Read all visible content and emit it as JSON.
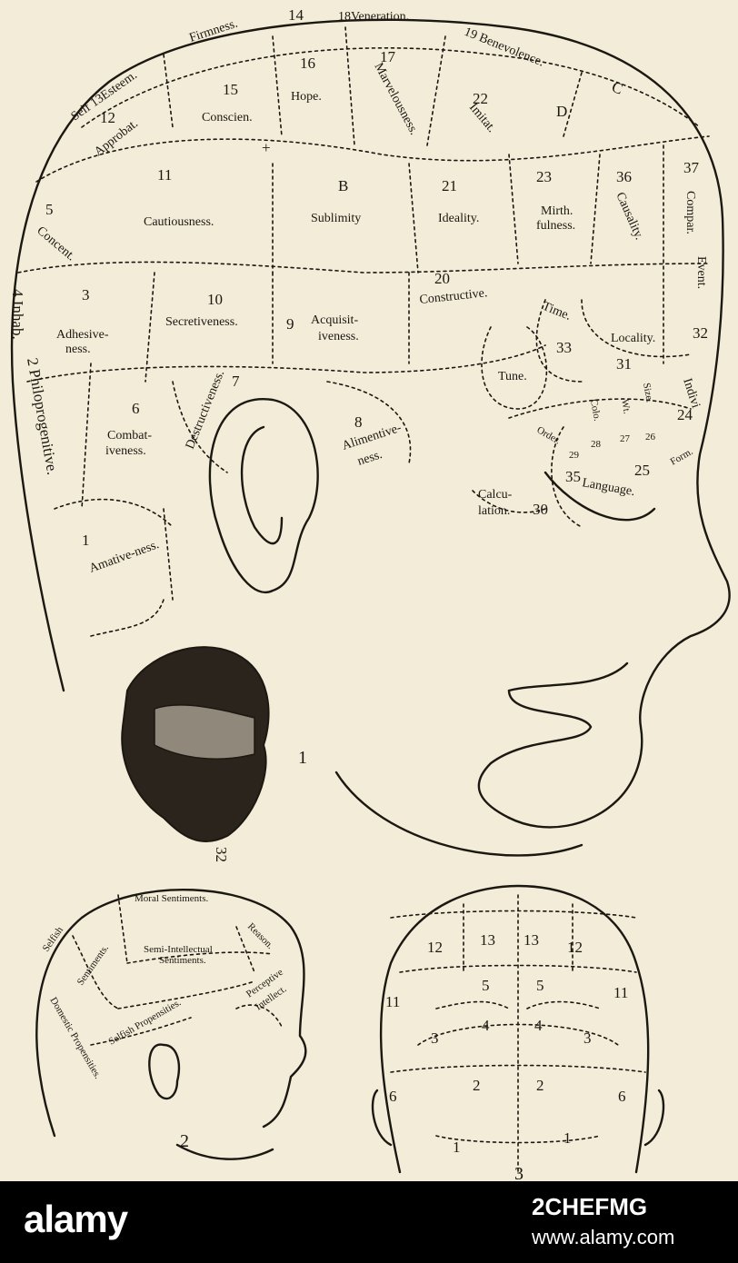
{
  "figure_main": {
    "faculties": {
      "f1": "1",
      "f1_label": "Amative-ness.",
      "f2": "2 Philoprogenitive.",
      "f3": "3",
      "f3_a": "Adhesive-",
      "f3_b": "ness.",
      "f4": "4 Inhab.",
      "f5": "5",
      "f5_label": "Concent.",
      "f6": "6",
      "f6_a": "Combat-",
      "f6_b": "iveness.",
      "f7": "7",
      "f7_label": "Destructiveness.",
      "f8": "8",
      "f8_a": "Alimentive-",
      "f8_b": "ness.",
      "f9": "9",
      "f9_a": "Acquisit-",
      "f9_b": "iveness.",
      "f10": "10",
      "f10_label": "Secretiveness.",
      "f11": "11",
      "f11_label": "Cautiousness.",
      "f12": "12",
      "f12_label": "Approbat.",
      "f13": "Self 13Esteem.",
      "f14": "14",
      "f14_label": "Firmness.",
      "f15": "15",
      "f15_label": "Conscien.",
      "f16": "16",
      "f16_label": "Hope.",
      "f17": "17",
      "f17_label": "Marvelousness.",
      "f18": "18Veneration.",
      "f19": "19 Benevolence.",
      "f20": "20",
      "f20_label": "Constructive.",
      "f21": "21",
      "f21_label": "Ideality.",
      "f22": "22",
      "f22_label": "Imitat.",
      "f23": "23",
      "f23_a": "Mirth.",
      "f23_b": "fulness.",
      "f24": "24",
      "f24_label": "Indivi",
      "f25": "25",
      "f26": "26",
      "f27": "27",
      "f28": "28",
      "f29": "29",
      "f30": "30",
      "f30_a": "Calcu-",
      "f30_b": "lation.",
      "f31": "31",
      "f32": "32",
      "f33": "33",
      "f35": "35",
      "f35_label": "Language.",
      "f36": "36",
      "f36_label": "Causality.",
      "f37": "37",
      "f37_label": "Compar.",
      "fB": "B",
      "fB_label": "Sublimity",
      "fC": "C",
      "fD": "D",
      "time": "Time.",
      "tune": "Tune.",
      "locality": "Locality.",
      "event": "Event.",
      "order": "Order.",
      "colo": "Colo.",
      "wt": "Wt.",
      "size": "Size.",
      "form": "Form.",
      "plus": "+"
    },
    "figure_number": "1"
  },
  "skull": {
    "figure_number": "32"
  },
  "figure_two": {
    "moral": "Moral Sentiments.",
    "selfish": "Selfish",
    "sentiments": "Sentiments.",
    "semi_a": "Semi-Intellectual",
    "semi_b": "Sentiments.",
    "reason": "Reason.",
    "perceptive_a": "Perceptive",
    "perceptive_b": "Intellect.",
    "propensities": "Selfish Propensities.",
    "domestic": "Domestic Propensities.",
    "figure_number": "2"
  },
  "figure_three": {
    "n12a": "12",
    "n13a": "13",
    "n13b": "13",
    "n12b": "12",
    "n11a": "11",
    "n5a": "5",
    "n5b": "5",
    "n11b": "11",
    "n3a": "3",
    "n4a": "4",
    "n4b": "4",
    "n3b": "3",
    "n2a": "2",
    "n2b": "2",
    "n6a": "6",
    "n6b": "6",
    "n1a": "1",
    "n1b": "1",
    "figure_number": "3"
  },
  "footer": {
    "logo": "alamy",
    "image_id": "2CHEFMG",
    "site": "www.alamy.com"
  }
}
